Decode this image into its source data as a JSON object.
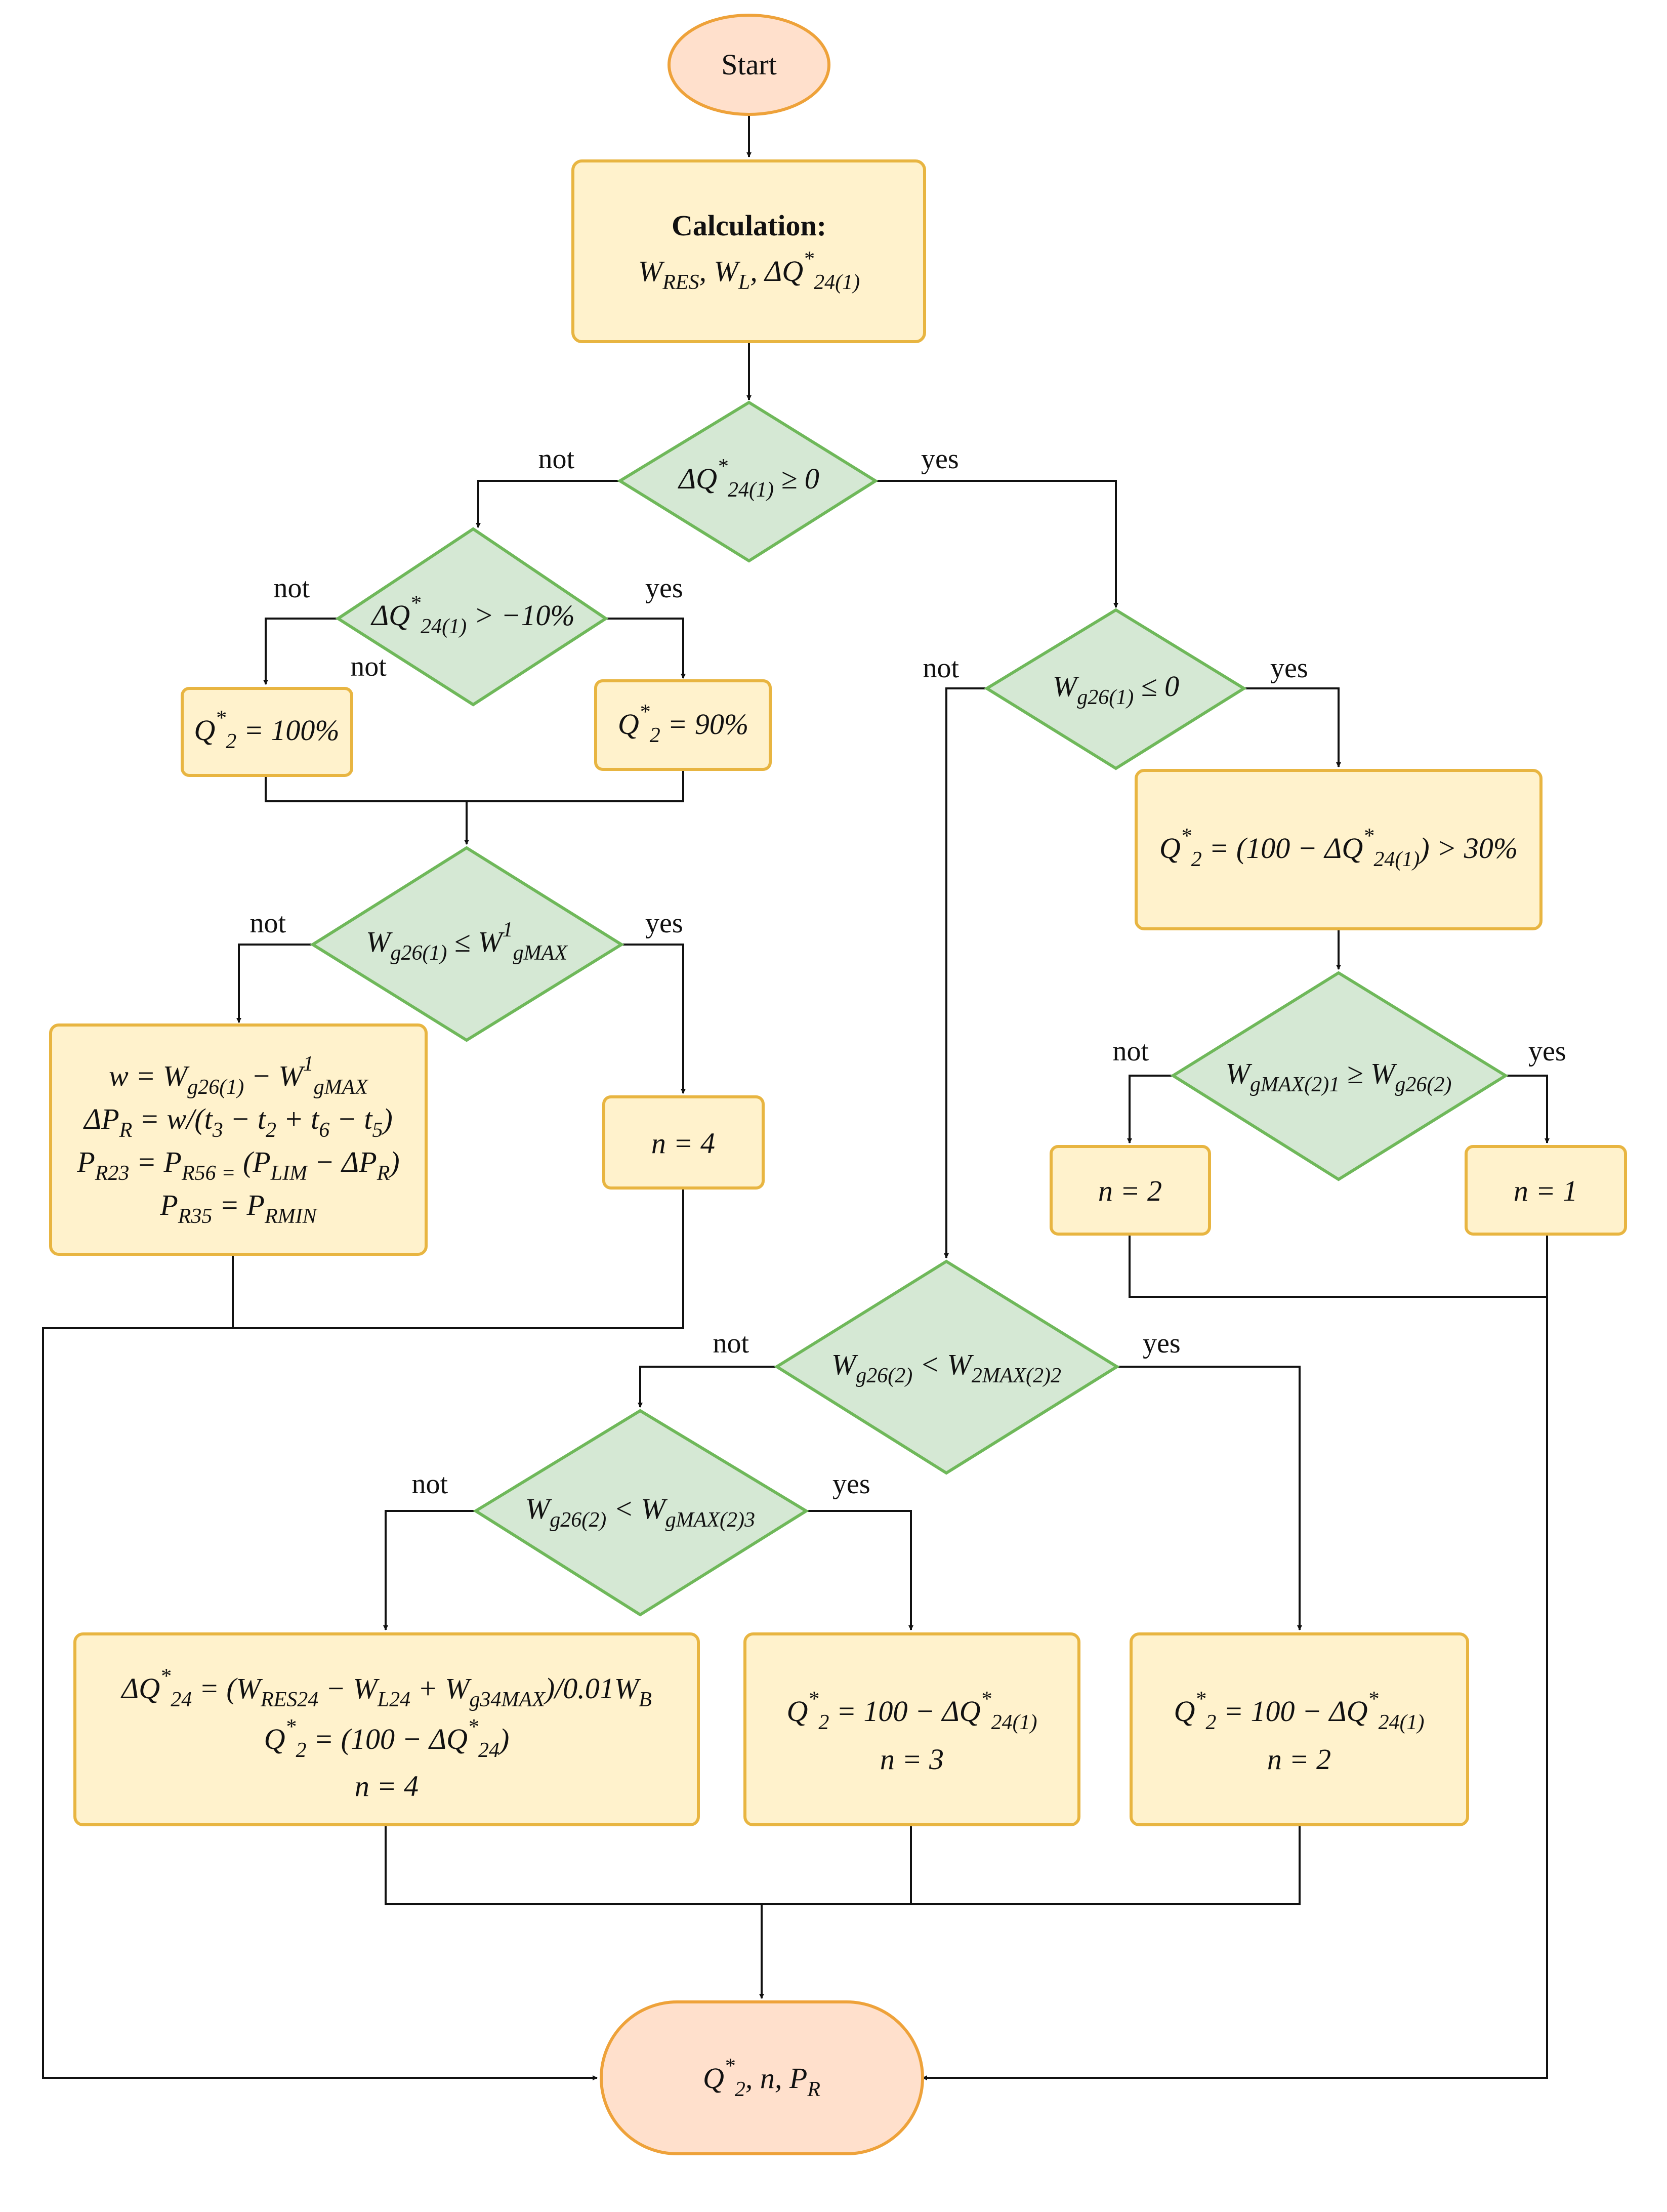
{
  "start": {
    "label": "Start"
  },
  "calc": {
    "heading": "Calculation:",
    "vars": [
      "W",
      "RES",
      ", W",
      "L",
      ", ΔQ",
      "*",
      "24(1)"
    ]
  },
  "d1": {
    "parts": [
      "ΔQ",
      "*",
      "24(1)",
      " ≥ 0"
    ],
    "no": "not",
    "yes": "yes"
  },
  "d2": {
    "parts": [
      "ΔQ",
      "*",
      "24(1)",
      " > −10%"
    ],
    "no": "not",
    "yes": "yes",
    "extra_no": "not"
  },
  "p_q100": {
    "parts": [
      "Q",
      "*",
      "2",
      " = 100%"
    ]
  },
  "p_q90": {
    "parts": [
      "Q",
      "*",
      "2",
      " = 90%"
    ]
  },
  "d3": {
    "parts": [
      "W",
      "g26(1)",
      " ≤ W",
      "1",
      "gMAX"
    ],
    "no": "not",
    "yes": "yes"
  },
  "p_left": {
    "l1": [
      "w = W",
      "g26(1)",
      " − W",
      "1",
      "gMAX"
    ],
    "l2": [
      "ΔP",
      "R",
      " = w/(t",
      "3",
      " − t",
      "2",
      " + t",
      "6",
      " − t",
      "5",
      ")"
    ],
    "l3": [
      "P",
      "R23",
      " = P",
      "R56 =",
      " (P",
      "LIM",
      " − ΔP",
      "R",
      ")"
    ],
    "l4": [
      "P",
      "R35",
      " = P",
      "RMIN"
    ]
  },
  "p_n4a": {
    "text": "n = 4"
  },
  "d4": {
    "parts": [
      "W",
      "g26(1)",
      " ≤ 0"
    ],
    "no": "not",
    "yes": "yes"
  },
  "p_q30": {
    "parts": [
      "Q",
      "*",
      "2",
      " = (100 − ΔQ",
      "*",
      "24(1)",
      ") > 30%"
    ]
  },
  "d5": {
    "parts": [
      "W",
      "gMAX(2)1",
      " ≥ W",
      "g26(2)"
    ],
    "no": "not",
    "yes": "yes"
  },
  "p_n2a": {
    "text": "n = 2"
  },
  "p_n1": {
    "text": "n = 1"
  },
  "d6": {
    "parts": [
      "W",
      "g26(2)",
      " < W",
      "2MAX(2)2"
    ],
    "no": "not",
    "yes": "yes"
  },
  "d7": {
    "parts": [
      "W",
      "g26(2)",
      " < W",
      "gMAX(2)3"
    ],
    "no": "not",
    "yes": "yes"
  },
  "p_big": {
    "l1": [
      "ΔQ",
      "*",
      "24",
      " = (W",
      "RES24",
      " − W",
      "L24",
      " + W",
      "g34MAX",
      ")/0.01W",
      "B"
    ],
    "l2": [
      "Q",
      "*",
      "2",
      " = (100 − ΔQ",
      "*",
      "24",
      ")"
    ],
    "l3": "n = 4"
  },
  "p_mid": {
    "l1": [
      "Q",
      "*",
      "2",
      " = 100 − ΔQ",
      "*",
      "24(1)"
    ],
    "l2": "n = 3"
  },
  "p_right": {
    "l1": [
      "Q",
      "*",
      "2",
      " = 100 − ΔQ",
      "*",
      "24(1)"
    ],
    "l2": "n = 2"
  },
  "end": {
    "parts": [
      "Q",
      "*",
      "2",
      ", n, P",
      "R"
    ]
  }
}
